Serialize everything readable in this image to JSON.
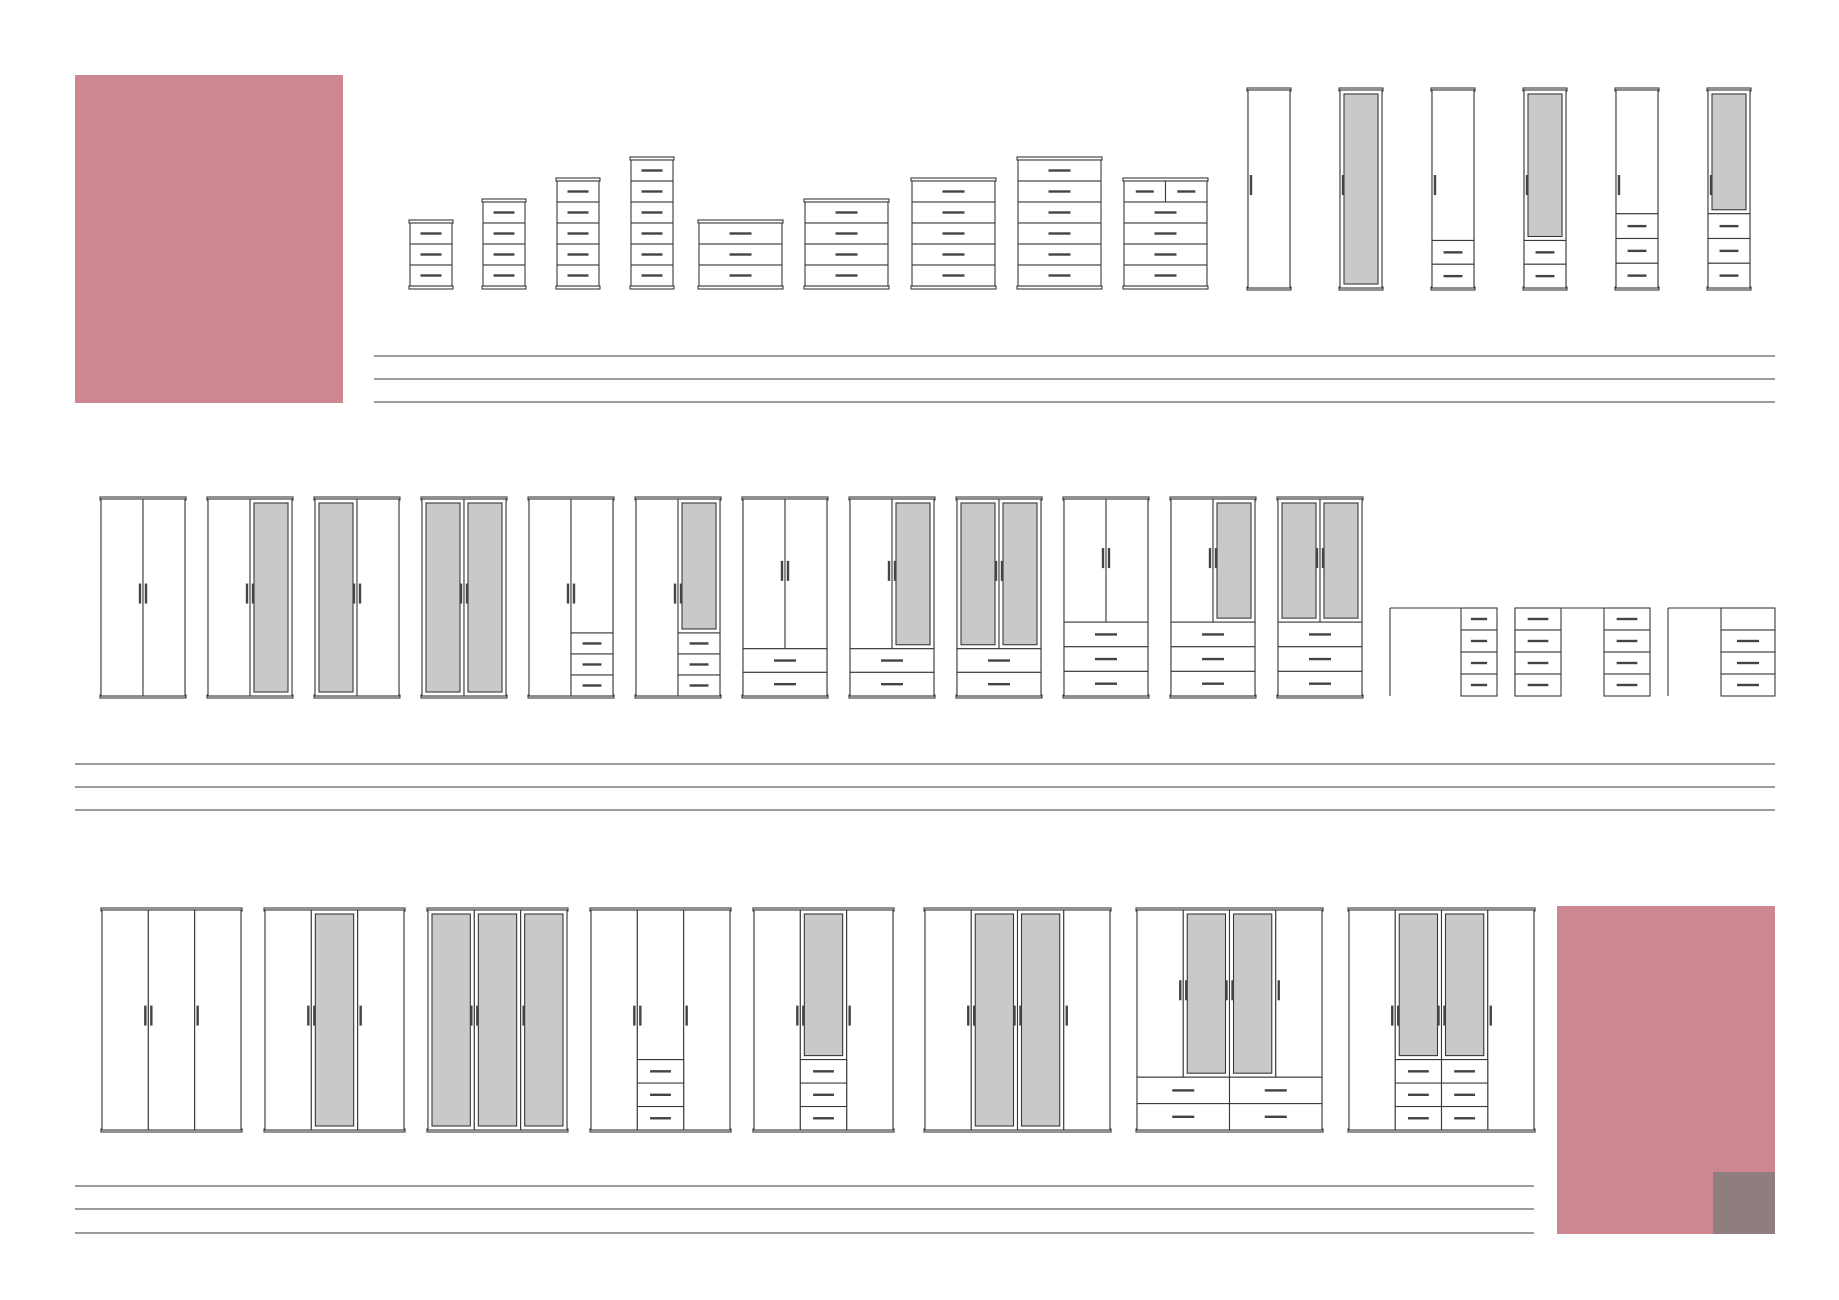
{
  "page": {
    "accent_color": "#cd8790",
    "corner_square_color": "#907e7f",
    "line_color": "#3a3a3a",
    "glass_color": "#c9c9c9",
    "background": "#ffffff"
  },
  "rows": [
    {
      "name": "chests-and-single-wardrobes",
      "items": [
        {
          "type": "chest",
          "columns": 1,
          "drawers": 3
        },
        {
          "type": "chest",
          "columns": 1,
          "drawers": 4
        },
        {
          "type": "chest",
          "columns": 1,
          "drawers": 5
        },
        {
          "type": "chest",
          "columns": 1,
          "drawers": 6
        },
        {
          "type": "chest",
          "columns": 1,
          "drawers": 3
        },
        {
          "type": "chest",
          "columns": 1,
          "drawers": 4
        },
        {
          "type": "chest",
          "columns": 1,
          "drawers": 5
        },
        {
          "type": "chest",
          "columns": 1,
          "drawers": 6
        },
        {
          "type": "chest",
          "columns": 1,
          "drawers": 5,
          "split_top": true
        },
        {
          "type": "wardrobe",
          "doors": [
            "plain"
          ],
          "drawers": 0
        },
        {
          "type": "wardrobe",
          "doors": [
            "mirror"
          ],
          "drawers": 0
        },
        {
          "type": "wardrobe",
          "doors": [
            "plain"
          ],
          "drawers": 2
        },
        {
          "type": "wardrobe",
          "doors": [
            "mirror"
          ],
          "drawers": 2
        },
        {
          "type": "wardrobe",
          "doors": [
            "plain"
          ],
          "drawers": 3
        },
        {
          "type": "wardrobe",
          "doors": [
            "mirror"
          ],
          "drawers": 3
        }
      ]
    },
    {
      "name": "two-door-wardrobes-and-desks",
      "items": [
        {
          "type": "wardrobe",
          "doors": [
            "plain",
            "plain"
          ],
          "drawers": 0
        },
        {
          "type": "wardrobe",
          "doors": [
            "plain",
            "mirror"
          ],
          "drawers": 0
        },
        {
          "type": "wardrobe",
          "doors": [
            "mirror",
            "plain"
          ],
          "drawers": 0
        },
        {
          "type": "wardrobe",
          "doors": [
            "mirror",
            "mirror"
          ],
          "drawers": 0
        },
        {
          "type": "wardrobe",
          "doors": [
            "plain",
            "plain"
          ],
          "drawers": 3,
          "drawer_layout": "right-half"
        },
        {
          "type": "wardrobe",
          "doors": [
            "plain",
            "mirror"
          ],
          "drawers": 3,
          "drawer_layout": "right-half"
        },
        {
          "type": "wardrobe",
          "doors": [
            "plain",
            "plain"
          ],
          "drawers": 2
        },
        {
          "type": "wardrobe",
          "doors": [
            "plain",
            "mirror"
          ],
          "drawers": 2
        },
        {
          "type": "wardrobe",
          "doors": [
            "mirror",
            "mirror"
          ],
          "drawers": 2
        },
        {
          "type": "wardrobe",
          "doors": [
            "plain",
            "plain"
          ],
          "drawers": 3
        },
        {
          "type": "wardrobe",
          "doors": [
            "plain",
            "mirror"
          ],
          "drawers": 3
        },
        {
          "type": "wardrobe",
          "doors": [
            "mirror",
            "mirror"
          ],
          "drawers": 3
        },
        {
          "type": "desk",
          "variant": "right-pedestal",
          "drawers": 4
        },
        {
          "type": "desk",
          "variant": "double-pedestal",
          "drawers": 4
        },
        {
          "type": "desk",
          "variant": "right-pedestal-wide",
          "drawers": 3
        }
      ]
    },
    {
      "name": "three-door-wardrobes",
      "items": [
        {
          "type": "wardrobe",
          "doors": [
            "plain",
            "plain",
            "plain"
          ],
          "drawers": 0
        },
        {
          "type": "wardrobe",
          "doors": [
            "plain",
            "mirror",
            "plain"
          ],
          "drawers": 0
        },
        {
          "type": "wardrobe",
          "doors": [
            "mirror",
            "mirror",
            "mirror"
          ],
          "drawers": 0
        },
        {
          "type": "wardrobe",
          "doors": [
            "plain",
            "plain",
            "plain"
          ],
          "drawers": 3,
          "drawer_layout": "middle"
        },
        {
          "type": "wardrobe",
          "doors": [
            "plain",
            "mirror",
            "plain"
          ],
          "drawers": 3,
          "drawer_layout": "middle"
        },
        {
          "type": "wardrobe",
          "doors": [
            "plain",
            "mirror",
            "mirror",
            "plain"
          ],
          "drawers": 0
        },
        {
          "type": "wardrobe",
          "doors": [
            "plain",
            "mirror",
            "mirror",
            "plain"
          ],
          "drawers": 2,
          "drawer_layout": "double-wide"
        },
        {
          "type": "wardrobe",
          "doors": [
            "plain",
            "mirror",
            "mirror",
            "plain"
          ],
          "drawers": 3,
          "drawer_layout": "double-middle"
        }
      ]
    }
  ]
}
